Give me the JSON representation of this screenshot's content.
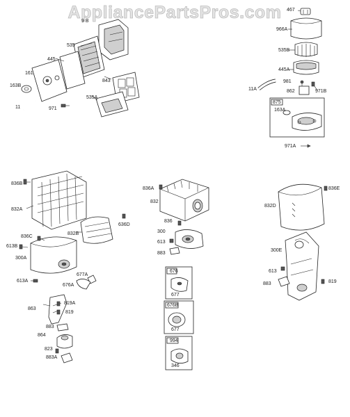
{
  "watermark": "AppliancePartsPros.com",
  "labels": {
    "l_9b": "9 B",
    "l_535": "535",
    "l_445": "445",
    "l_161": "161",
    "l_163B": "163B",
    "l_843": "843",
    "l_535A": "535A",
    "l_11": "11",
    "l_971": "971",
    "l_467": "467",
    "l_966A": "966A",
    "l_535B": "535B",
    "l_445A": "445A",
    "l_981": "981",
    "l_862": "862",
    "l_971B": "971B",
    "l_11A": "11A",
    "l_875": "875",
    "l_163A": "163A",
    "l_971A": "971A",
    "l_836B": "836B",
    "l_832A": "832A",
    "l_836C": "836C",
    "l_613B": "613B",
    "l_832B": "832B",
    "l_636D": "636D",
    "l_300A": "300A",
    "l_613A": "613A",
    "l_677A": "677A",
    "l_676A": "676A",
    "l_863": "863",
    "l_819A": "819A",
    "l_819": "819",
    "l_883": "883",
    "l_864": "864",
    "l_823": "823",
    "l_883A": "883A",
    "l_836A": "836A",
    "l_832": "832",
    "l_836": "836",
    "l_300": "300",
    "l_613": "613",
    "l_883b": "883",
    "l_676": "676",
    "l_677": "677",
    "l_676B": "676B",
    "l_677b": "677",
    "l_994": "994",
    "l_346": "346",
    "l_836E": "836E",
    "l_832D": "832D",
    "l_300E": "300E",
    "l_613c": "613",
    "l_883c": "883",
    "l_819b": "819"
  }
}
